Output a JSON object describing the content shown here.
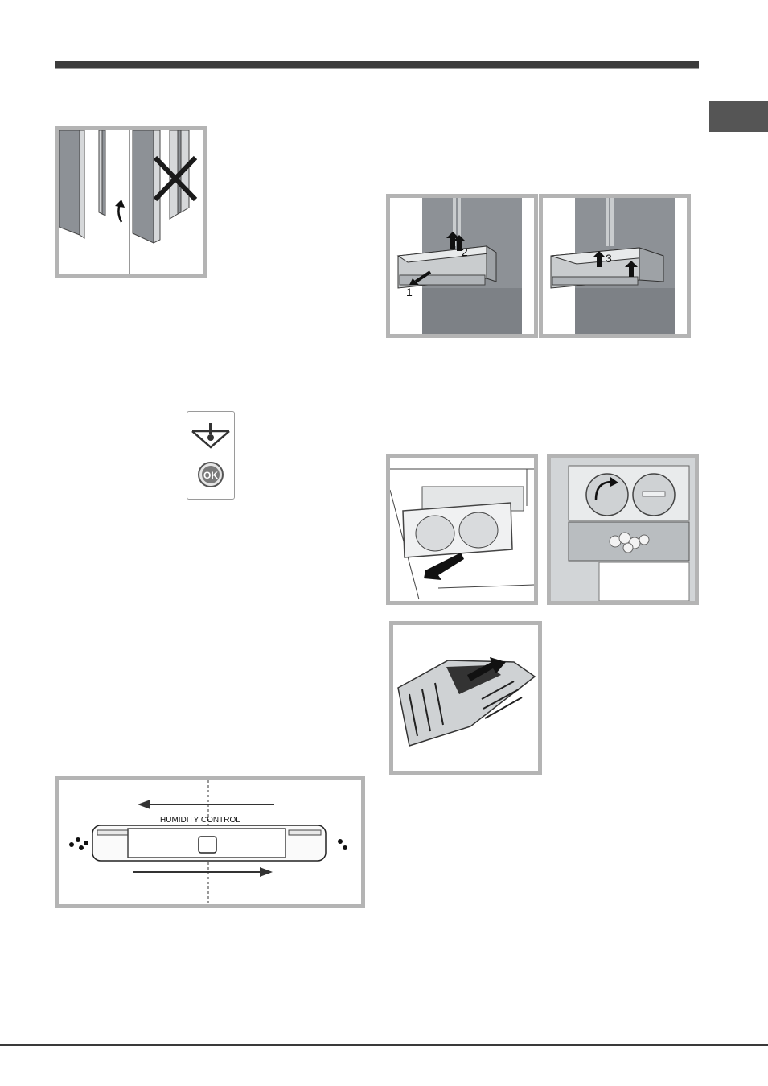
{
  "colors": {
    "frame": "#b4b4b4",
    "rule": "#3c3c3c",
    "tab": "#555555",
    "fridge_body": "#8d9196",
    "fridge_light": "#c9ccce"
  },
  "icons": {
    "door_fig": [
      "fridge-door-icon",
      "cross-icon",
      "curved-arrow-icon"
    ],
    "control_panel": [
      "water-drop-triangle-icon",
      "ok-button-icon"
    ],
    "humidity": [
      "drops-many-icon",
      "drops-few-icon",
      "arrow-left-icon",
      "arrow-right-icon"
    ]
  },
  "drawer_fig_a": {
    "step1": "1",
    "step2": "2"
  },
  "drawer_fig_b": {
    "step3": "3"
  },
  "control_panel": {
    "ok_label": "OK"
  },
  "humidity_fig": {
    "label": "HUMIDITY CONTROL"
  }
}
